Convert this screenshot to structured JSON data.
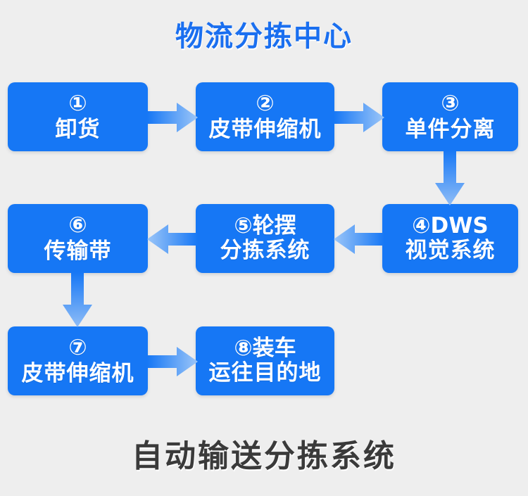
{
  "meta": {
    "bg_color": "#eeeeee",
    "node_color": "#1677f5",
    "title_color": "#1a6ff0",
    "bottom_title_color": "#3a3a3a",
    "arrow_dark": "#1677f5",
    "arrow_light": "#a8cdfa"
  },
  "header": {
    "title": "物流分拣中心"
  },
  "footer": {
    "title": "自动输送分拣系统"
  },
  "nodes": [
    {
      "id": "n1",
      "marker": "①",
      "lines": [
        "卸货"
      ]
    },
    {
      "id": "n2",
      "marker": "②",
      "lines": [
        "皮带伸缩机"
      ]
    },
    {
      "id": "n3",
      "marker": "③",
      "lines": [
        "单件分离"
      ]
    },
    {
      "id": "n4",
      "marker": "④DWS",
      "lines": [
        "视觉系统"
      ]
    },
    {
      "id": "n5",
      "marker": "⑤轮摆",
      "lines": [
        "分拣系统"
      ]
    },
    {
      "id": "n6",
      "marker": "⑥",
      "lines": [
        "传输带"
      ]
    },
    {
      "id": "n7",
      "marker": "⑦",
      "lines": [
        "皮带伸缩机"
      ]
    },
    {
      "id": "n8",
      "marker": "⑧装车",
      "lines": [
        "运往目的地"
      ]
    }
  ],
  "arrows": [
    {
      "id": "a1",
      "from": "n1",
      "to": "n2",
      "direction": "right"
    },
    {
      "id": "a2",
      "from": "n2",
      "to": "n3",
      "direction": "right"
    },
    {
      "id": "a3",
      "from": "n3",
      "to": "n4",
      "direction": "down"
    },
    {
      "id": "a4",
      "from": "n4",
      "to": "n5",
      "direction": "left"
    },
    {
      "id": "a5",
      "from": "n5",
      "to": "n6",
      "direction": "left"
    },
    {
      "id": "a6",
      "from": "n6",
      "to": "n7",
      "direction": "down"
    },
    {
      "id": "a7",
      "from": "n7",
      "to": "n8",
      "direction": "right"
    }
  ]
}
